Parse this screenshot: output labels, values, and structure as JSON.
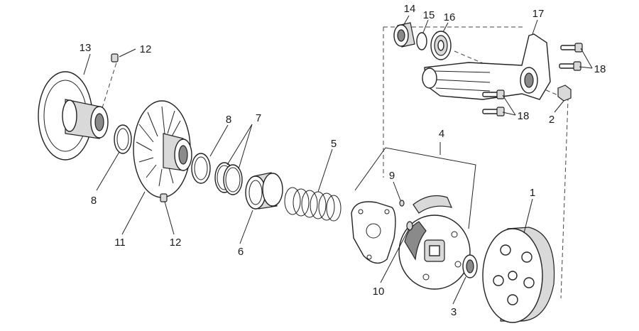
{
  "callouts": {
    "c13": "13",
    "c12a": "12",
    "c8a": "8",
    "c11": "11",
    "c12b": "12",
    "c8b": "8",
    "c7": "7",
    "c6": "6",
    "c5": "5",
    "c4": "4",
    "c9": "9",
    "c10": "10",
    "c3": "3",
    "c1": "1",
    "c14": "14",
    "c15": "15",
    "c16": "16",
    "c17": "17",
    "c18a": "18",
    "c18b": "18",
    "c2": "2"
  }
}
